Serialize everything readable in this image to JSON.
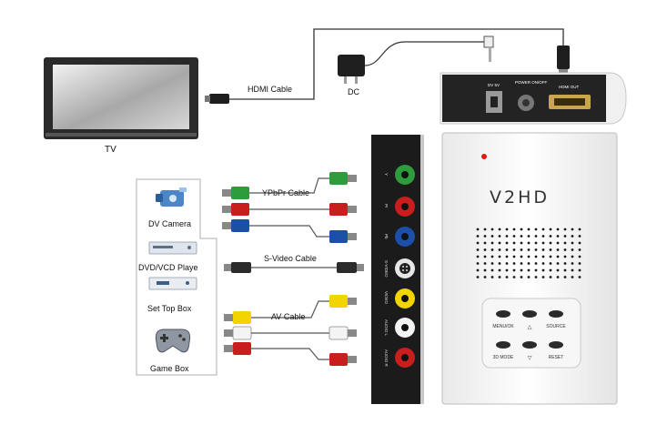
{
  "labels": {
    "tv": "TV",
    "hdmi_cable": "HDMI Cable",
    "dc": "DC",
    "ypbpr_cable": "YPbPr Cable",
    "svideo_cable": "S-Video Cable",
    "av_cable": "AV Cable"
  },
  "devices": {
    "dv_camera": "DV Camera",
    "dvd_player": "DVD/VCD Playe",
    "set_top_box": "Set Top Box",
    "game_box": "Game Box"
  },
  "rear_panel": {
    "dc_in": "DV 5V",
    "power": "POWER ON/OFF",
    "hdmi_out": "HDMI OUT"
  },
  "side_panel": {
    "y": "Y",
    "pr": "Pr",
    "pb": "Pb",
    "svideo": "S-VIDEO",
    "video": "VIDEO",
    "audio_l": "AUDIO L",
    "audio_r": "AUDIO R"
  },
  "front": {
    "brand": "V2HD",
    "menu_ok": "MENU/OK",
    "up": "△",
    "source": "SOURCE",
    "mode_3d": "3D MODE",
    "down": "▽",
    "reset": "RESET"
  },
  "colors": {
    "green": "#2e9b3c",
    "red": "#c81e1e",
    "blue": "#1c4fa8",
    "yellow": "#f2d400",
    "white": "#f4f4f4",
    "led": "#e01818"
  }
}
